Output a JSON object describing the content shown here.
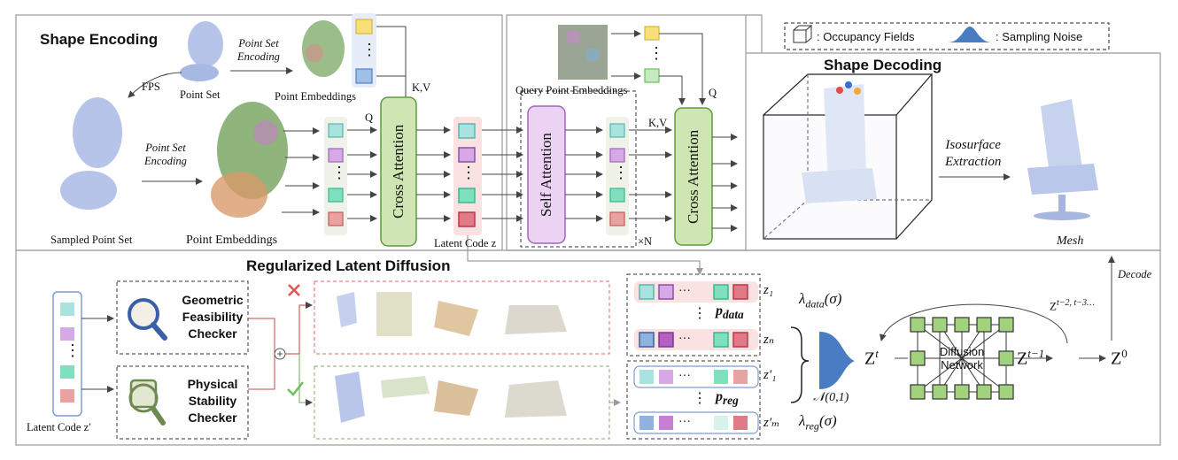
{
  "sections": {
    "encoding": "Shape Encoding",
    "decoding": "Shape Decoding",
    "diffusion": "Regularized Latent Diffusion"
  },
  "legend": {
    "occupancy": ": Occupancy Fields",
    "noise": ": Sampling Noise"
  },
  "labels": {
    "fps": "FPS",
    "point_set": "Point Set",
    "point_set_encoding": "Point Set\nEncoding",
    "point_embeddings_top": "Point Embeddings",
    "point_embeddings": "Point Embeddings",
    "sampled_point_set": "Sampled Point Set",
    "kv": "K,V",
    "q": "Q",
    "cross_attention": "Cross Attention",
    "self_attention": "Self Attention",
    "latent_code_z": "Latent Code z",
    "query_point_embeddings": "Query Point Embeddings",
    "times_n": "×N",
    "isosurface": "Isosurface\nExtraction",
    "mesh": "Mesh",
    "decode": "Decode",
    "latent_code_zprime": "Latent Code z′",
    "geo_checker": "Geometric\nFeasibility\nChecker",
    "phys_checker": "Physical\nStability\nChecker",
    "dots": "⋮",
    "ellipsis": "···"
  },
  "math": {
    "z1": "z₁",
    "zn": "zₙ",
    "z1p": "z′₁",
    "zmp": "z′ₘ",
    "p_data": "p",
    "p_data_sub": "data",
    "p_reg": "p",
    "p_reg_sub": "reg",
    "lambda_data": "λ",
    "lambda_data_sub": "data",
    "lambda_data_arg": "(σ)",
    "lambda_reg": "λ",
    "lambda_reg_sub": "reg",
    "lambda_reg_arg": "(σ)",
    "normal": "𝒩(0,1)",
    "zt": "Z",
    "zt_sup": "t",
    "zt1": "Z",
    "zt1_sup": "t−1",
    "z0": "Z",
    "z0_sup": "0",
    "zt23": "Z",
    "zt23_sup": "t−2, t−3…",
    "diffusion_network": "Diffusion\nNetwork"
  },
  "colors": {
    "cyan": "#a9e3e0",
    "purple": "#d6a8e6",
    "green": "#7fe0c0",
    "red": "#e07a86",
    "yellow": "#f7df7a",
    "blue": "#9ec0e8",
    "cross_attn": "#cfe6b4",
    "self_attn": "#ecd3f3",
    "net_node": "#a3d27e"
  }
}
